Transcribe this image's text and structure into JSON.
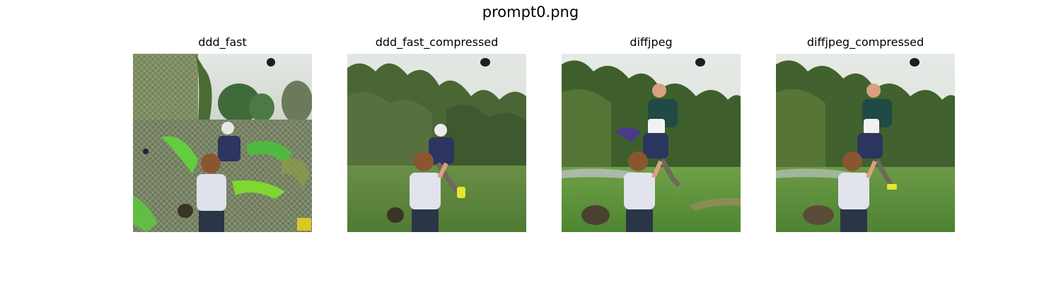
{
  "figure": {
    "title": "prompt0.png"
  },
  "panels": [
    {
      "title": "ddd_fast",
      "variant": "ddd-fast",
      "image_icon": "photo-grass-boy-glove-distorted"
    },
    {
      "title": "ddd_fast_compressed",
      "variant": "ddd-fast-compressed",
      "image_icon": "photo-grass-boy-glove-man"
    },
    {
      "title": "diffjpeg",
      "variant": "diffjpeg",
      "image_icon": "photo-grass-boy-glove-two-men"
    },
    {
      "title": "diffjpeg_compressed",
      "variant": "diffjpeg-compressed",
      "image_icon": "photo-grass-boy-glove-two-men"
    }
  ],
  "colors": {
    "sky": "#dfe3e0",
    "trees": "#3e5a2c",
    "grass": "#5f8a3c",
    "shirt": "#dfe2ea",
    "shorts": "#2a3548",
    "skin": "#d9a17f",
    "hair": "#7a4b2a"
  }
}
